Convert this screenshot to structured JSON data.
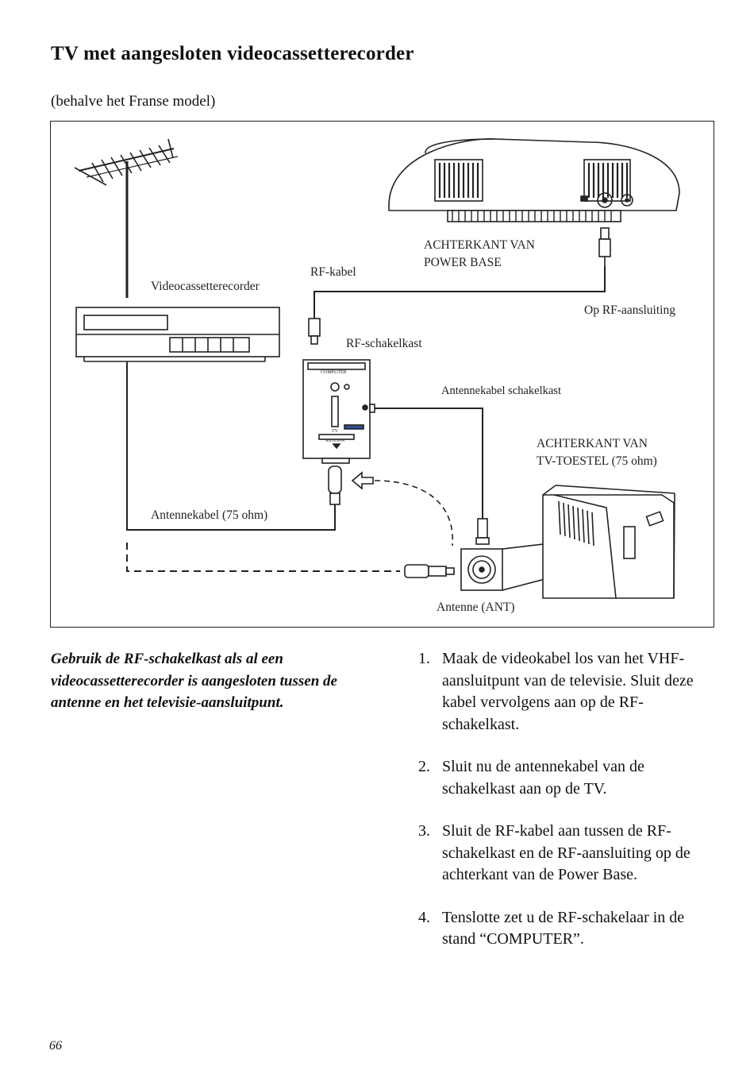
{
  "title": "TV met aangesloten videocassetterecorder",
  "subtitle": "(behalve het Franse model)",
  "figure": {
    "labels": {
      "vcr": "Videocassetterecorder",
      "rf_cable": "RF-kabel",
      "back_power_base_1": "ACHTERKANT VAN",
      "back_power_base_2": "POWER BASE",
      "rf_connection": "Op RF-aansluiting",
      "rf_switchbox": "RF-schakelkast",
      "switchbox_antenna_cable": "Antennekabel schakelkast",
      "back_tv_1": "ACHTERKANT VAN",
      "back_tv_2": "TV-TOESTEL (75 ohm)",
      "antenna_cable": "Antennekabel (75 ohm)",
      "antenna_ant": "Antenne (ANT)",
      "switch_computer": "COMPUTER",
      "switch_tv": "TV",
      "switch_antenna": "ANTENNA"
    }
  },
  "note": "Gebruik de RF-schakelkast als al een videocassetterecorder is aangesloten tussen de antenne en het televisie-aansluitpunt.",
  "steps": [
    {
      "num": "1.",
      "text": "Maak de videokabel los van het VHF-aansluitpunt van de televisie. Sluit deze kabel vervolgens aan op de RF-schakelkast."
    },
    {
      "num": "2.",
      "text": "Sluit nu de antennekabel van de schakelkast aan op de TV."
    },
    {
      "num": "3.",
      "text": "Sluit de RF-kabel aan tussen de RF-schakelkast en de RF-aansluiting op de achterkant van de Power Base."
    },
    {
      "num": "4.",
      "text": "Tenslotte zet u de RF-schakelaar in de stand “COMPUTER”."
    }
  ],
  "page_number": "66"
}
